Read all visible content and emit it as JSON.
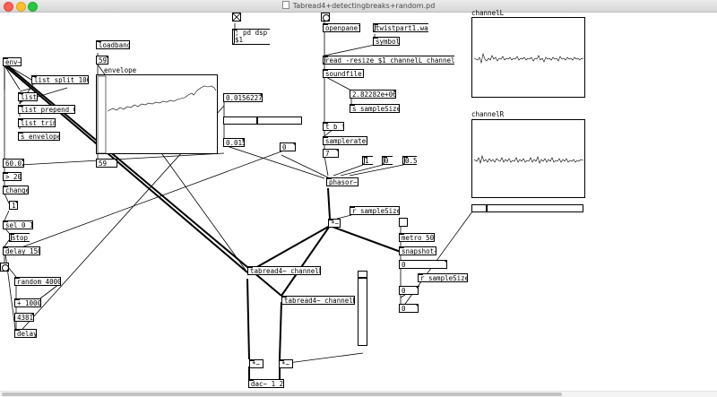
{
  "window": {
    "title": "Tabread4+detectingbreaks+random.pd"
  },
  "objects": {
    "env": "env~",
    "list_split": "list split 100",
    "list": "list",
    "list_prepend": "list prepend 0",
    "list_trim": "list trim",
    "s_envelope": "s envelope",
    "loadbang": "loadbang",
    "num_59a": "59",
    "num_59b": "59",
    "num_6002": "60.02",
    "gt20": "> 20",
    "change": "change",
    "num_1": "1",
    "sel01": "sel 0 1",
    "stop": "stop",
    "delay150": "delay 150",
    "random4000": "random 4000",
    "plus1000": "+ 1000",
    "num_4381": "4381",
    "delay": "delay",
    "pd_dsp": "; pd dsp $1",
    "num_00156": "0.0156227",
    "num_0015": "0.015",
    "num_0a": "0",
    "openpanel": "openpanel",
    "twistpart": "twistpart1.wav",
    "symbol": "symbol",
    "read_msg": "read -resize $1 channelL channelR",
    "soundfiler": "soundfiler",
    "num_282": "2.82282e+06",
    "s_samplesize": "s sampleSize",
    "tbf": "t b f",
    "samplerate": "samplerate~",
    "num_7": "7",
    "msg_1": "1",
    "msg_0": "0",
    "msg_05": "0.5",
    "phasor": "phasor~",
    "r_samplesize_a": "r sampleSize",
    "mul_a": "*~",
    "metro": "metro 50",
    "snapshot": "snapshot~",
    "num_0b": "0",
    "r_samplesize_b": "r sampleSize",
    "num_0c": "0",
    "num_0d": "0",
    "tabreadL": "tabread4~ channelL",
    "tabreadR": "tabread4~ channelR",
    "mul_b": "*~",
    "mul_c": "*~",
    "dac": "dac~ 1 2"
  },
  "labels": {
    "envelope": "envelope",
    "channelL": "channelL",
    "channelR": "channelR"
  },
  "sliders": {
    "hslider_mid_value": 0.42,
    "hslider_right_value": 0.12,
    "vslider_volume_value": 0.93
  }
}
